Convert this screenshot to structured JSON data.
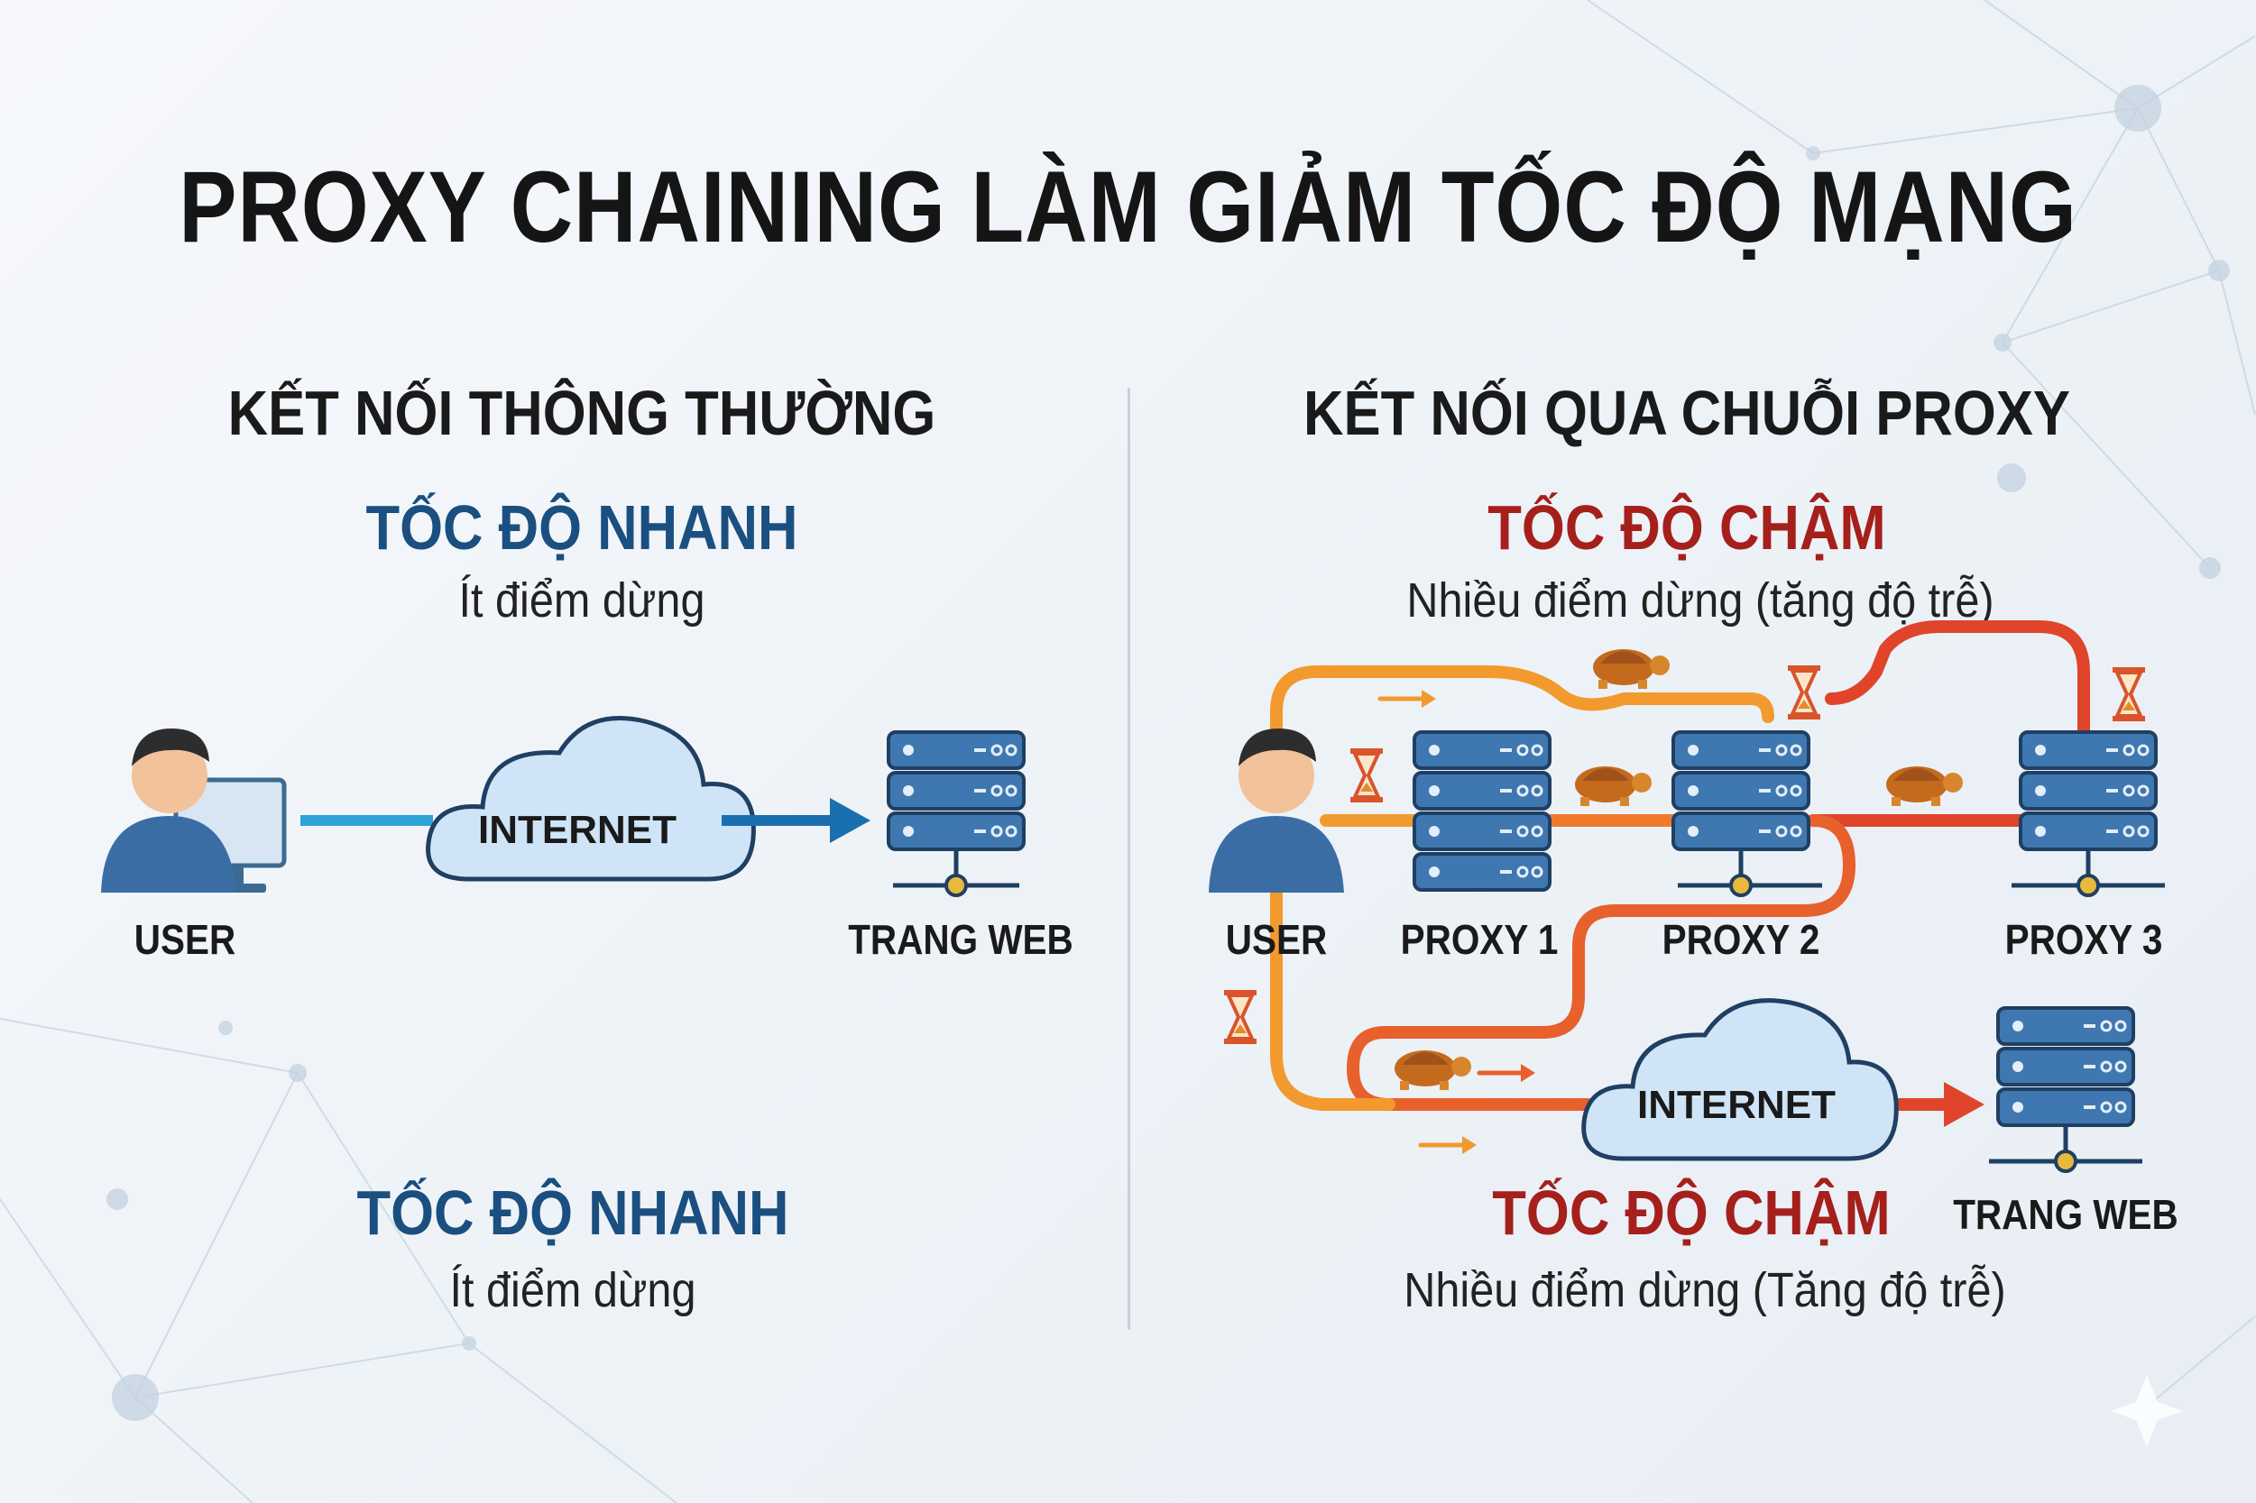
{
  "title": "PROXY CHAINING LÀM GIẢM TỐC ĐỘ MẠNG",
  "left": {
    "heading": "KẾT NỐI THÔNG THƯỜNG",
    "speed_top": "TỐC ĐỘ NHANH",
    "stops_top": "Ít điểm dừng",
    "user_label": "USER",
    "internet_label": "INTERNET",
    "web_label": "TRANG WEB",
    "speed_bottom": "TỐC ĐỘ NHANH",
    "stops_bottom": "Ít điểm dừng"
  },
  "right": {
    "heading": "KẾT NỐI QUA CHUỖI PROXY",
    "speed_top": "TỐC ĐỘ CHẬM",
    "stops_top": "Nhiều điểm dừng (tăng độ trễ)",
    "user_label": "USER",
    "proxy1_label": "PROXY 1",
    "proxy2_label": "PROXY 2",
    "proxy3_label": "PROXY 3",
    "internet_label": "INTERNET",
    "web_label": "TRANG WEB",
    "speed_bottom": "TỐC ĐỘ CHẬM",
    "stops_bottom": "Nhiều điểm dừng (Tăng độ trễ)"
  },
  "colors": {
    "fast": "#1a4f80",
    "slow": "#a51f1b",
    "path_orange": "#f29a2e",
    "path_red": "#e0442b",
    "server": "#3f78b0",
    "cloud": "#cfe5f7"
  },
  "icons": [
    "user-icon",
    "monitor-icon",
    "cloud-icon",
    "server-icon",
    "turtle-icon",
    "hourglass-icon",
    "arrow-icon"
  ]
}
